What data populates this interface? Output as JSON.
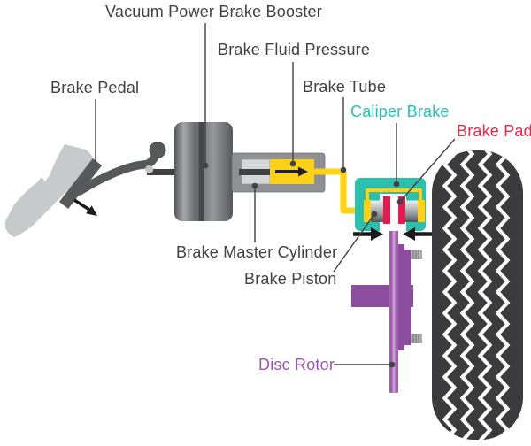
{
  "diagram": {
    "subject": "Car disc brake system",
    "labels": {
      "booster": {
        "text": "Vacuum Power Brake Booster",
        "color": "#414042"
      },
      "pedal": {
        "text": "Brake Pedal",
        "color": "#414042"
      },
      "fluid": {
        "text": "Brake Fluid Pressure",
        "color": "#414042"
      },
      "tube": {
        "text": "Brake Tube",
        "color": "#414042"
      },
      "caliper": {
        "text": "Caliper Brake",
        "color": "#2BBFAE"
      },
      "pad": {
        "text": "Brake Pad",
        "color": "#E8274B"
      },
      "master": {
        "text": "Brake Master Cylinder",
        "color": "#414042"
      },
      "piston": {
        "text": "Brake Piston",
        "color": "#414042"
      },
      "rotor": {
        "text": "Disc Rotor",
        "color": "#9C57A8"
      }
    },
    "icons": {
      "fluid_flow_arrow": "black right arrow inside master cylinder fluid chamber",
      "pedal_press_arrow": "small black arrow showing pedal press direction (down-right)",
      "clamp_left_arrow": "black arrow pointing right at disc",
      "clamp_right_arrow": "black arrow pointing left at disc"
    },
    "colors": {
      "caliper_teal": "#2BBFAE",
      "brake_fluid_yellow": "#FCD116",
      "brake_pad_red": "#E31A4F",
      "rotor_purple": "#A160AC",
      "hub_purple": "#8C4D9E",
      "tire_black": "#3B3B3D",
      "metal_gray_dark": "#57585A",
      "metal_gray_light": "#C8C9CB",
      "leader_line": "#414042"
    }
  }
}
